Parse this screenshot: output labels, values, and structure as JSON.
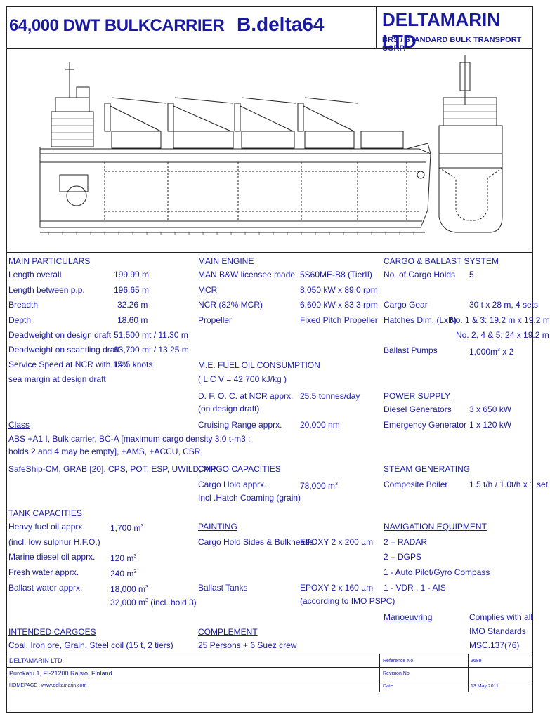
{
  "header": {
    "title_left": "64,000 DWT BULKCARRIER",
    "title_mid": "B.delta64",
    "company": "DELTAMARIN LTD",
    "client": "BRS / STANDARD BULK TRANSPORT CORP."
  },
  "main_particulars": {
    "heading": "MAIN PARTICULARS",
    "rows": [
      {
        "label": "Length overall",
        "value": "199.99 m"
      },
      {
        "label": "Length between p.p.",
        "value": "196.65 m"
      },
      {
        "label": "Breadth",
        "value": "32.26 m"
      },
      {
        "label": "Depth",
        "value": "18.60 m"
      },
      {
        "label": "Deadweight on design draft",
        "value": "51,500 mt / 11.30 m"
      },
      {
        "label": "Deadweight on scantling draft",
        "value": "63,700 mt / 13.25 m"
      },
      {
        "label": "Service Speed at NCR with 15%",
        "value": "14.5 knots"
      },
      {
        "label": "sea margin at design draft",
        "value": ""
      }
    ]
  },
  "class": {
    "heading": "Class",
    "lines": [
      "ABS +A1 I, Bulk carrier, BC-A [maximum cargo density 3.0 t-m3 ;",
      "holds 2 and 4 may be empty], +AMS, +ACCU, CSR,",
      "SafeShip-CM,  GRAB [20], CPS, POT, ESP, UWILD, MP"
    ]
  },
  "tank_capacities": {
    "heading": "TANK CAPACITIES",
    "rows": [
      {
        "label": "Heavy fuel oil apprx.",
        "value": "1,700 m",
        "sup": "3"
      },
      {
        "label": "(incl. low sulphur H.F.O.)",
        "value": "",
        "sup": ""
      },
      {
        "label": "Marine diesel oil apprx.",
        "value": "120 m",
        "sup": "3"
      },
      {
        "label": "Fresh water apprx.",
        "value": "240 m",
        "sup": "3"
      },
      {
        "label": "Ballast water apprx.",
        "value": "18,000 m",
        "sup": "3"
      },
      {
        "label": "",
        "value": "32,000 m",
        "sup": "3",
        "suffix": " (incl. hold 3)"
      }
    ]
  },
  "intended_cargoes": {
    "heading": "INTENDED CARGOES",
    "text": "Coal, Iron ore, Grain, Steel coil (15 t, 2 tiers)"
  },
  "main_engine": {
    "heading": "MAIN ENGINE",
    "rows": [
      {
        "label": "MAN B&W licensee made",
        "value": "5S60ME-B8 (TierII)"
      },
      {
        "label": "MCR",
        "value": "8,050 kW x 89.0 rpm"
      },
      {
        "label": "NCR (82% MCR)",
        "value": "6,600 kW x 83.3 rpm"
      },
      {
        "label": "Propeller",
        "value": "Fixed Pitch Propeller"
      }
    ]
  },
  "fuel_consumption": {
    "heading": "M.E. FUEL OIL CONSUMPTION",
    "lcv": "( L C V = 42,700 kJ/kg )",
    "rows": [
      {
        "label": "D. F. O. C. at NCR apprx.",
        "value": "25.5 tonnes/day"
      },
      {
        "label": "(on design draft)",
        "value": ""
      },
      {
        "label": "Cruising Range apprx.",
        "value": "20,000 nm"
      }
    ]
  },
  "cargo_capacities": {
    "heading": "CARGO CAPACITIES",
    "label1": "Cargo Hold apprx.",
    "label2": "Incl .Hatch Coaming (grain)",
    "value": "78,000 m",
    "sup": "3"
  },
  "painting": {
    "heading": "PAINTING",
    "rows": [
      {
        "label": "Cargo Hold Sides & Bulkheads",
        "value": "EPOXY 2 x 200 µm"
      },
      {
        "label": "Ballast Tanks",
        "value": "EPOXY 2 x 160 µm"
      },
      {
        "label": "",
        "value": "(according to IMO PSPC)"
      }
    ]
  },
  "complement": {
    "heading": "COMPLEMENT",
    "text": "25 Persons + 6 Suez crew"
  },
  "cargo_ballast": {
    "heading": "CARGO & BALLAST SYSTEM",
    "rows": [
      {
        "label": "No. of Cargo Holds",
        "value": "5"
      },
      {
        "label": "Cargo Gear",
        "value": "30 t x 28 m, 4 sets"
      },
      {
        "label": "Hatches Dim. (LxB)",
        "value": "No. 1 & 3: 19.2 m x 19.2 m"
      },
      {
        "label": "",
        "value": "No. 2, 4 & 5: 24 x 19.2 m"
      },
      {
        "label": "Ballast Pumps",
        "value": "1,000m",
        "sup": "3",
        "suffix": " x 2"
      }
    ]
  },
  "power_supply": {
    "heading": "POWER SUPPLY",
    "rows": [
      {
        "label": "Diesel Generators",
        "value": "3 x 650 kW"
      },
      {
        "label": "Emergency Generator",
        "value": "1 x 120 kW"
      }
    ]
  },
  "steam": {
    "heading": "STEAM GENERATING",
    "label": "Composite Boiler",
    "value": "1.5 t/h / 1.0t/h x 1 set"
  },
  "navigation": {
    "heading": "NAVIGATION EQUIPMENT",
    "items": [
      "2 – RADAR",
      "2 – DGPS",
      "1 - Auto Pilot/Gyro Compass",
      "1 - VDR , 1 - AIS"
    ]
  },
  "manoeuvring": {
    "heading": "Manoeuvring",
    "lines": [
      "Complies with all",
      "IMO Standards",
      "MSC.137(76)"
    ]
  },
  "footer": {
    "company": "DELTAMARIN LTD.",
    "address": "Purokatu 1, FI-21200 Raisio, Finland",
    "homepage": "HOMEPAGE : www.deltamarin.com",
    "ref_label": "Reference No.",
    "ref_value": "3689",
    "rev_label": "Revision No.",
    "rev_value": "",
    "date_label": "Date",
    "date_value": "13 May 2011"
  }
}
